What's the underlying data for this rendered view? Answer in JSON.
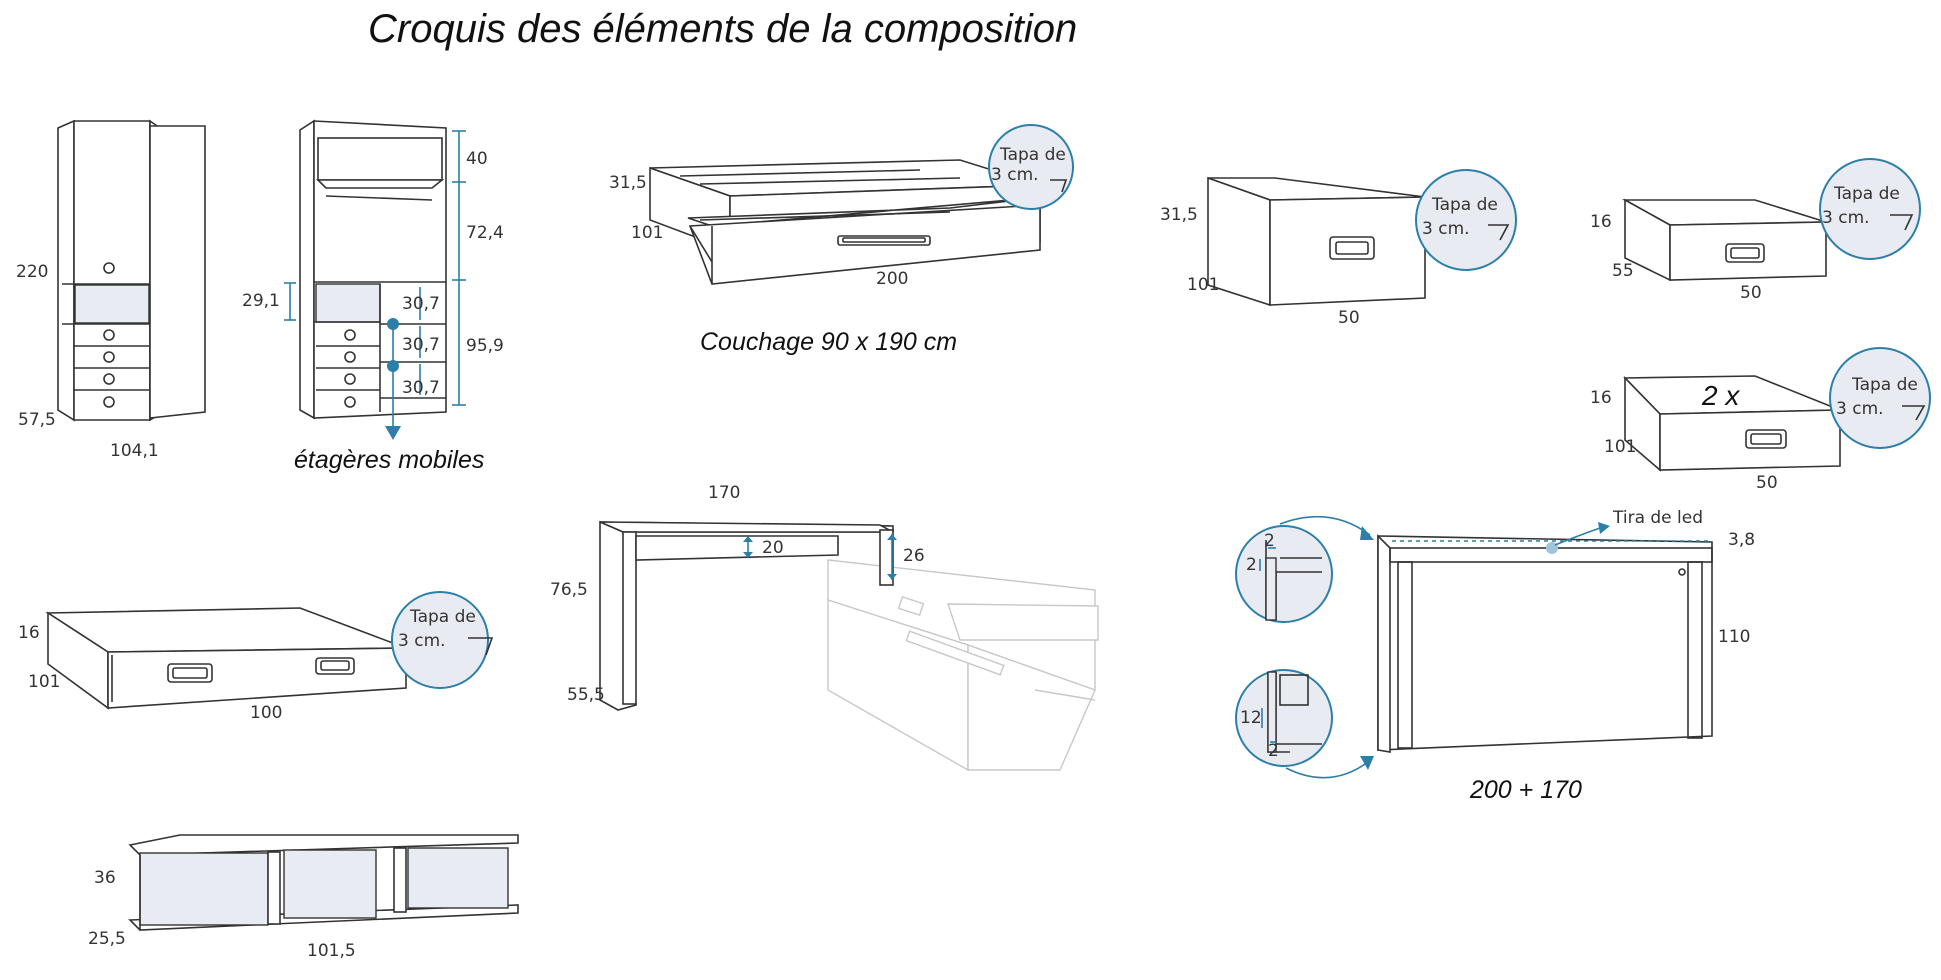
{
  "title": "Croquis des éléments de la composition",
  "wardrobe": {
    "height": "220",
    "depth": "57,5",
    "width": "104,1"
  },
  "bookcase": {
    "top": "40",
    "middle": "72,4",
    "bottom": "95,9",
    "niche": "29,1",
    "shelves": [
      "30,7",
      "30,7",
      "30,7"
    ],
    "caption": "étagères mobiles"
  },
  "bed": {
    "height": "31,5",
    "depth": "101",
    "width": "200",
    "caption": "Couchage 90 x 190 cm"
  },
  "tapa": {
    "line1": "Tapa de",
    "line2": "3 cm."
  },
  "drawer_tall": {
    "height": "31,5",
    "depth": "101",
    "width": "50"
  },
  "drawer_small": {
    "height": "16",
    "depth": "55",
    "width": "50"
  },
  "drawer_double": {
    "height": "16",
    "depth": "101",
    "width": "50",
    "qty": "2 x"
  },
  "low_drawer": {
    "height": "16",
    "depth": "101",
    "width": "100"
  },
  "wall_shelf": {
    "height": "36",
    "depth": "25,5",
    "width": "101,5"
  },
  "desk": {
    "width": "170",
    "apron": "20",
    "clearance": "26",
    "height": "76,5",
    "depth": "55,5"
  },
  "led_panel": {
    "led_label": "Tira de led",
    "thickness": "3,8",
    "height": "110",
    "detail_top_a": "2",
    "detail_top_b": "2",
    "detail_bottom_a": "12",
    "detail_bottom_b": "2",
    "caption": "200 + 170"
  },
  "colors": {
    "accent": "#2c7fa8",
    "panel_fill": "#e8ebf2",
    "line": "#333333"
  }
}
